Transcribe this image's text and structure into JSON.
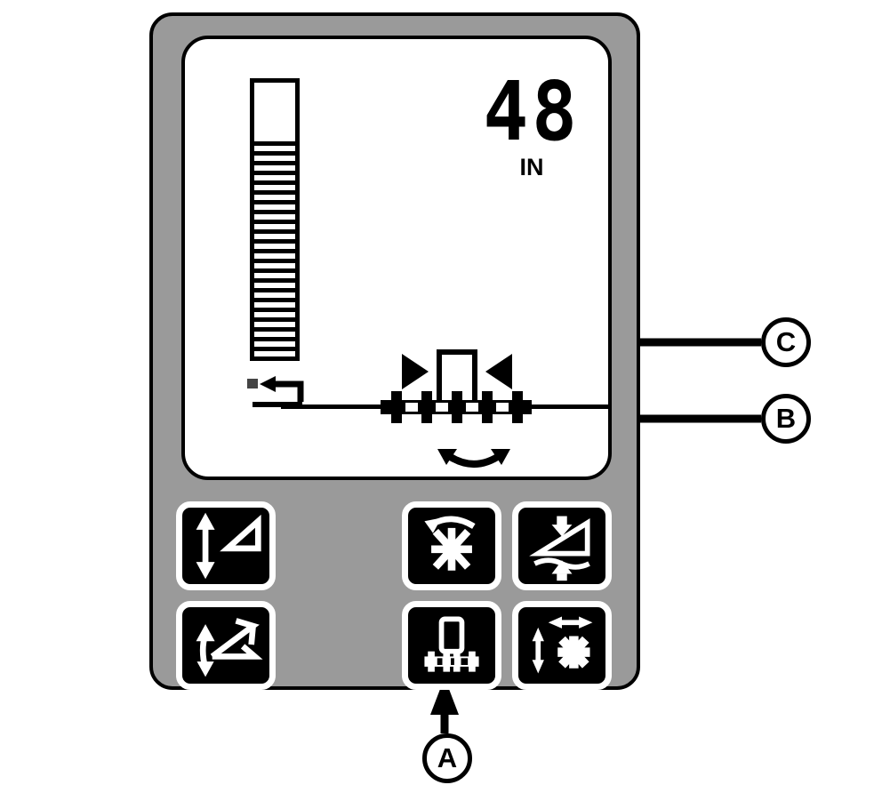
{
  "device": {
    "name": "grade-control-display-console",
    "bezel_color": "#9a9a9a",
    "outline_color": "#000000",
    "screen_color": "#ffffff"
  },
  "display": {
    "readout_value": "48",
    "unit_label": "IN",
    "bar_graph": {
      "name": "vertical-bar-graph",
      "total_segments": 23,
      "filled_segments": 0,
      "empty_top_block": true
    },
    "indicators": {
      "return_indicator": "return-step-arrow",
      "implement_symbol": "mast-over-crossbar",
      "tilt_symbol": "curved-double-arrow",
      "pointer_left": "triangle-right",
      "pointer_right": "triangle-left"
    }
  },
  "buttons": [
    {
      "id": "blade-height",
      "icon": "vertical-double-arrow-with-blade-icon",
      "position": "left-top"
    },
    {
      "id": "blade-slope",
      "icon": "angled-blade-slope-arrow-icon",
      "position": "left-bottom"
    },
    {
      "id": "rotate-star",
      "icon": "rotating-star-arc-arrow-icon",
      "position": "right-top-left"
    },
    {
      "id": "depth-control",
      "icon": "blade-depth-up-down-arrow-icon",
      "position": "right-top-right"
    },
    {
      "id": "mast-select",
      "icon": "mast-crossbar-icon",
      "position": "right-bottom-left"
    },
    {
      "id": "move-star",
      "icon": "star-multi-direction-arrow-icon",
      "position": "right-bottom-right"
    }
  ],
  "callouts": [
    {
      "label": "A",
      "points_to": "mast-select-button"
    },
    {
      "label": "B",
      "points_to": "tilt-indicator-area"
    },
    {
      "label": "C",
      "points_to": "implement-symbol-area"
    }
  ]
}
